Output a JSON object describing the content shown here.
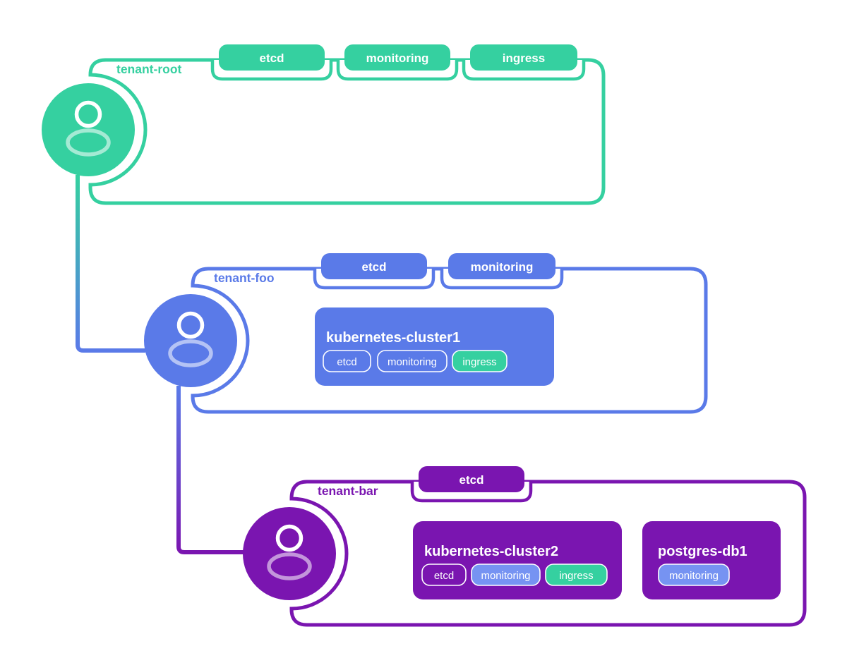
{
  "colors": {
    "green": "#35d0a0",
    "blue": "#5a7ae8",
    "purple": "#7a15b0",
    "pill_blue": "#7693f2",
    "background": "#ffffff"
  },
  "tenants": [
    {
      "label": "tenant-root",
      "color": "#35d0a0",
      "namespace_tags": [
        "etcd",
        "monitoring",
        "ingress"
      ],
      "cards": []
    },
    {
      "label": "tenant-foo",
      "color": "#5a7ae8",
      "namespace_tags": [
        "etcd",
        "monitoring"
      ],
      "cards": [
        {
          "title": "kubernetes-cluster1",
          "pills": [
            {
              "label": "etcd",
              "variant": "outline"
            },
            {
              "label": "monitoring",
              "variant": "outline"
            },
            {
              "label": "ingress",
              "variant": "green"
            }
          ]
        }
      ]
    },
    {
      "label": "tenant-bar",
      "color": "#7a15b0",
      "namespace_tags": [
        "etcd"
      ],
      "cards": [
        {
          "title": "kubernetes-cluster2",
          "pills": [
            {
              "label": "etcd",
              "variant": "outline"
            },
            {
              "label": "monitoring",
              "variant": "blue"
            },
            {
              "label": "ingress",
              "variant": "green"
            }
          ]
        },
        {
          "title": "postgres-db1",
          "pills": [
            {
              "label": "monitoring",
              "variant": "blue"
            }
          ]
        }
      ]
    }
  ]
}
